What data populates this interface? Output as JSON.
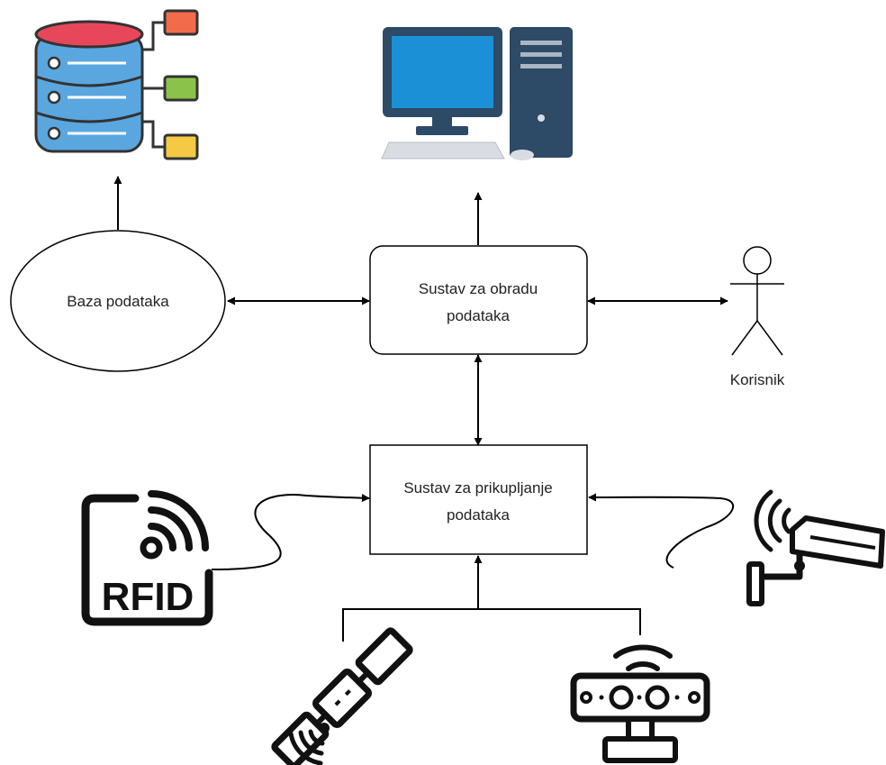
{
  "nodes": {
    "database": {
      "label": "Baza podataka"
    },
    "processing": {
      "line1": "Sustav za obradu",
      "line2": "podataka"
    },
    "collection": {
      "line1": "Sustav za prikupljanje",
      "line2": "podataka"
    },
    "user": {
      "label": "Korisnik"
    }
  },
  "icons": {
    "rfid": {
      "text": "RFID"
    },
    "database_icon": {
      "colors": [
        "#e8475b",
        "#5aa7e0",
        "#f26b4b",
        "#8bc34a",
        "#f6c945"
      ]
    },
    "computer_icon": {
      "colors": [
        "#2d4a66",
        "#1c90d6",
        "#d9dde3"
      ]
    }
  }
}
